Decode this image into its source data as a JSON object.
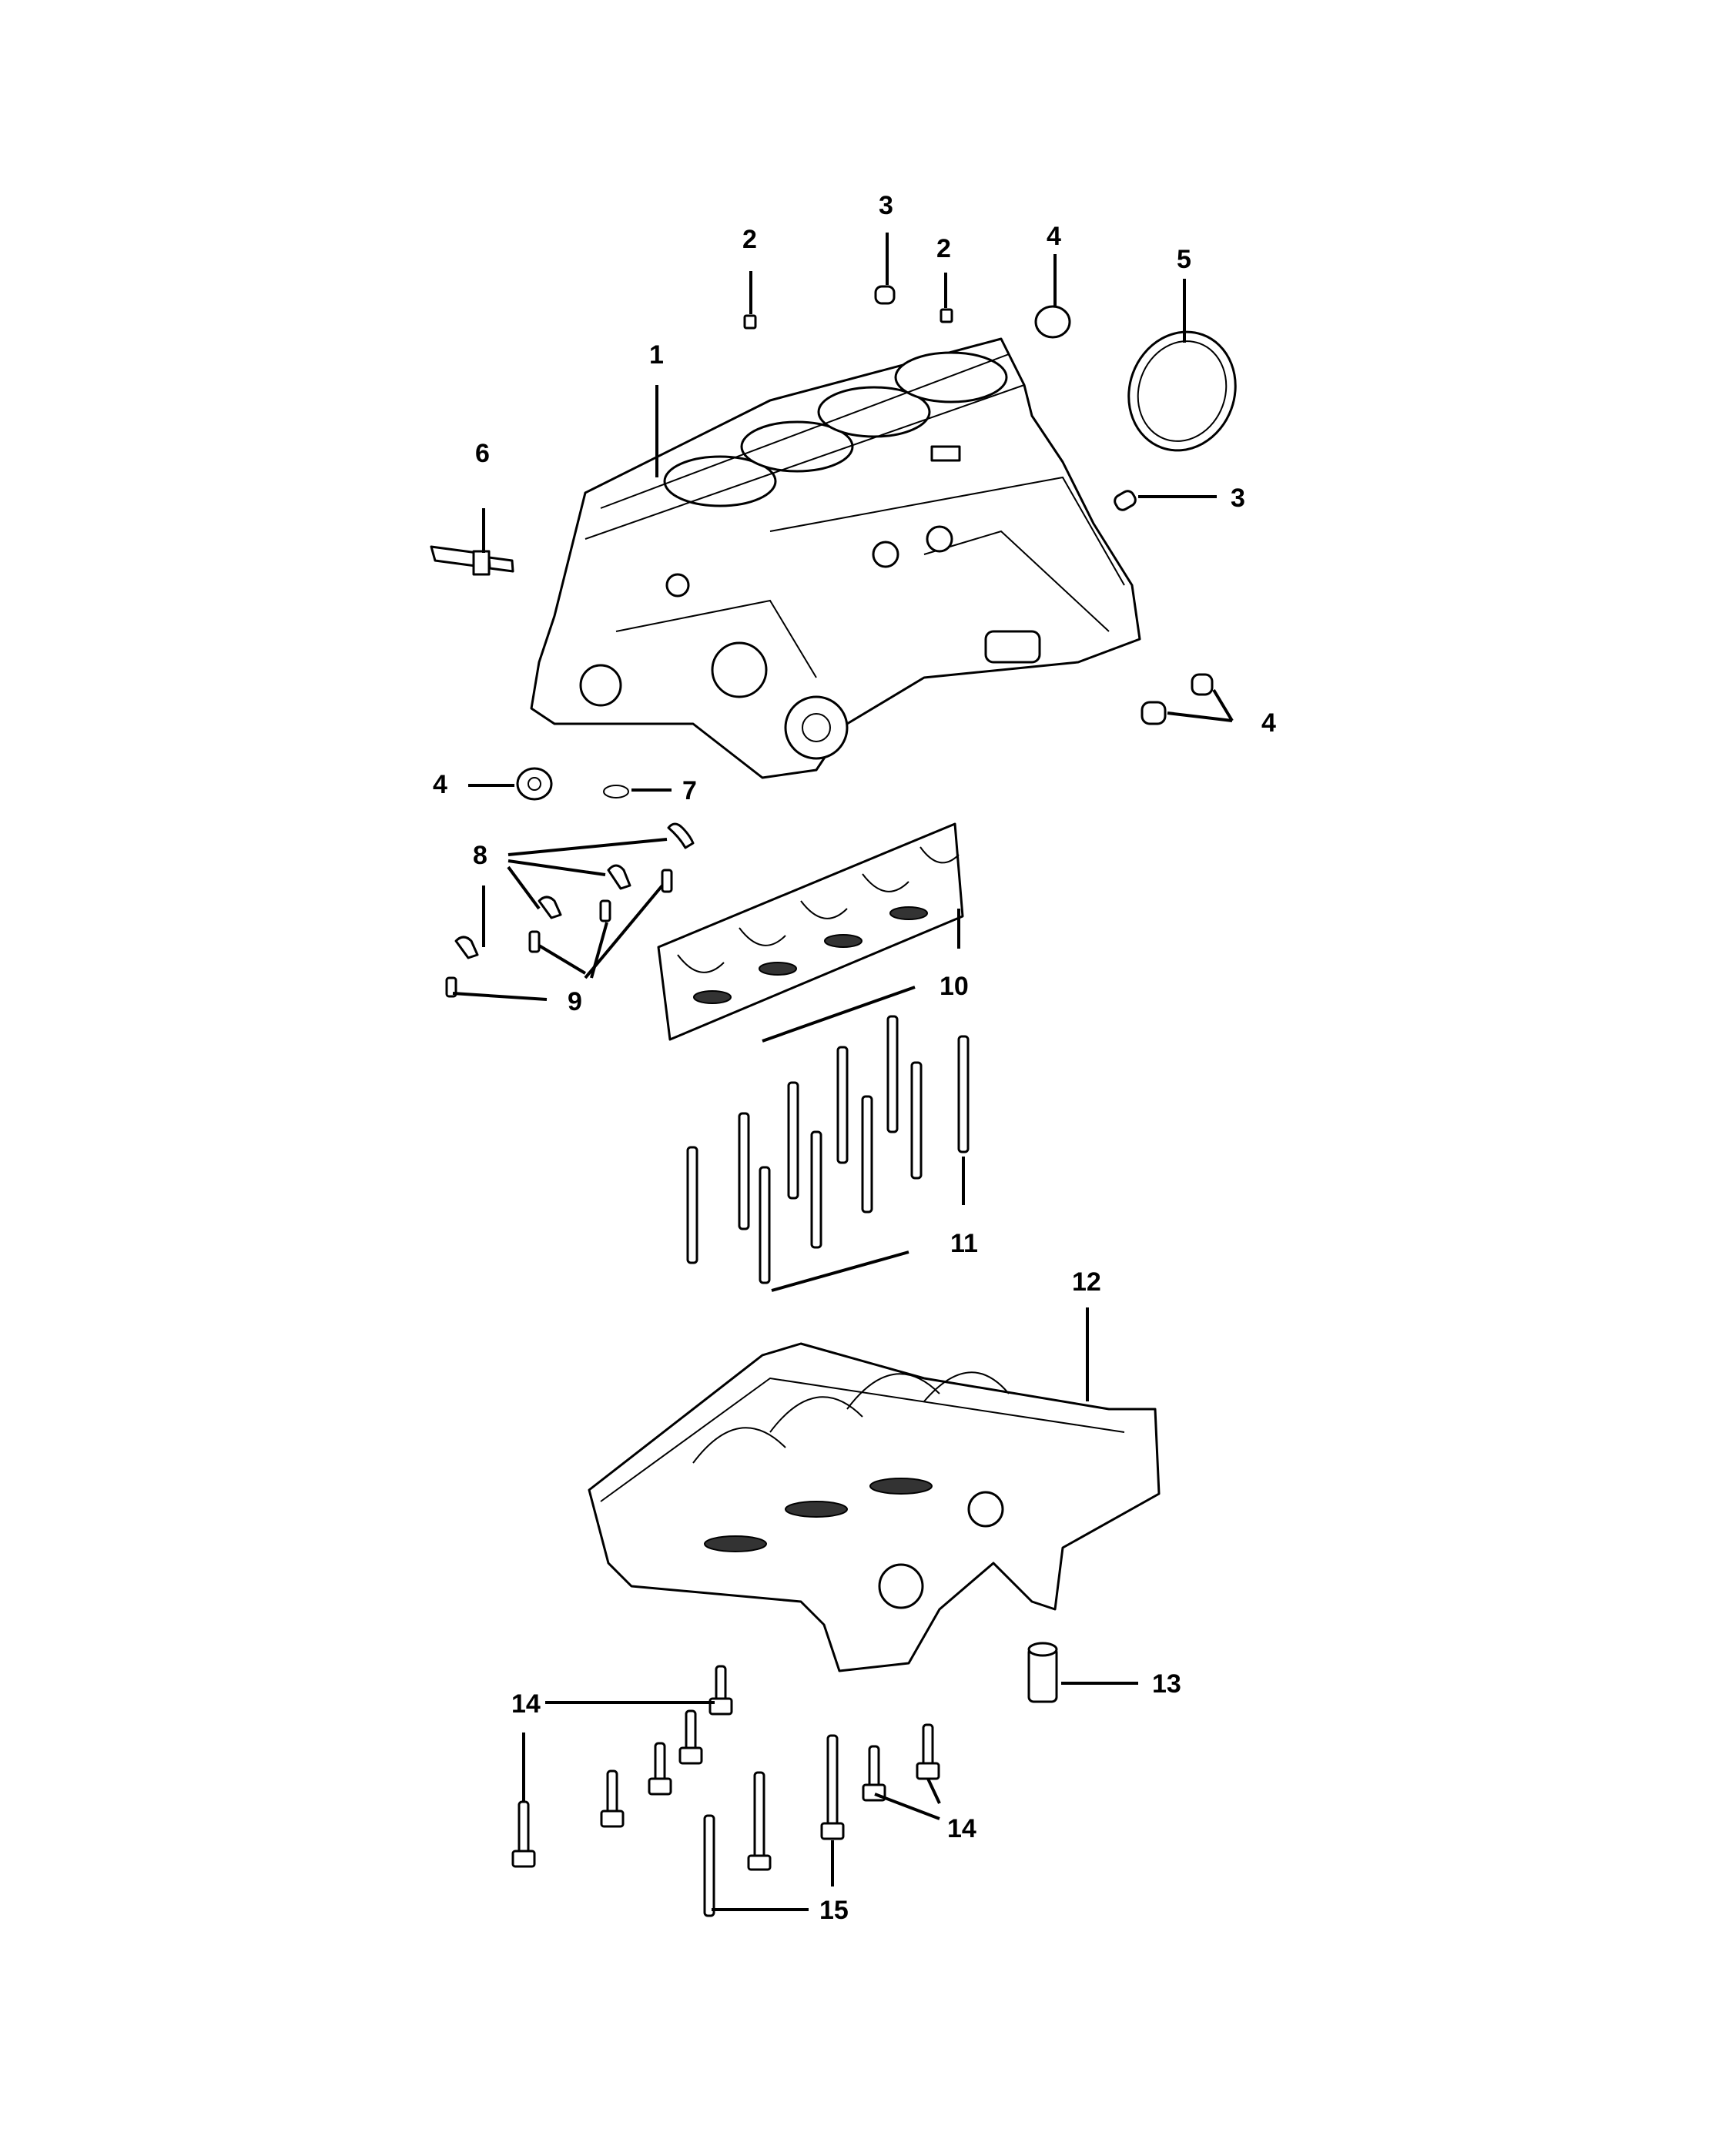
{
  "callouts": [
    {
      "id": "c1",
      "label": "1"
    },
    {
      "id": "c2a",
      "label": "2"
    },
    {
      "id": "c2b",
      "label": "2"
    },
    {
      "id": "c3a",
      "label": "3"
    },
    {
      "id": "c3b",
      "label": "3"
    },
    {
      "id": "c4a",
      "label": "4"
    },
    {
      "id": "c4b",
      "label": "4"
    },
    {
      "id": "c4c",
      "label": "4"
    },
    {
      "id": "c5",
      "label": "5"
    },
    {
      "id": "c6",
      "label": "6"
    },
    {
      "id": "c7",
      "label": "7"
    },
    {
      "id": "c8",
      "label": "8"
    },
    {
      "id": "c9",
      "label": "9"
    },
    {
      "id": "c10",
      "label": "10"
    },
    {
      "id": "c11",
      "label": "11"
    },
    {
      "id": "c12",
      "label": "12"
    },
    {
      "id": "c13",
      "label": "13"
    },
    {
      "id": "c14a",
      "label": "14"
    },
    {
      "id": "c14b",
      "label": "14"
    },
    {
      "id": "c15",
      "label": "15"
    }
  ],
  "colors": {
    "line": "#000000",
    "background": "#ffffff"
  }
}
